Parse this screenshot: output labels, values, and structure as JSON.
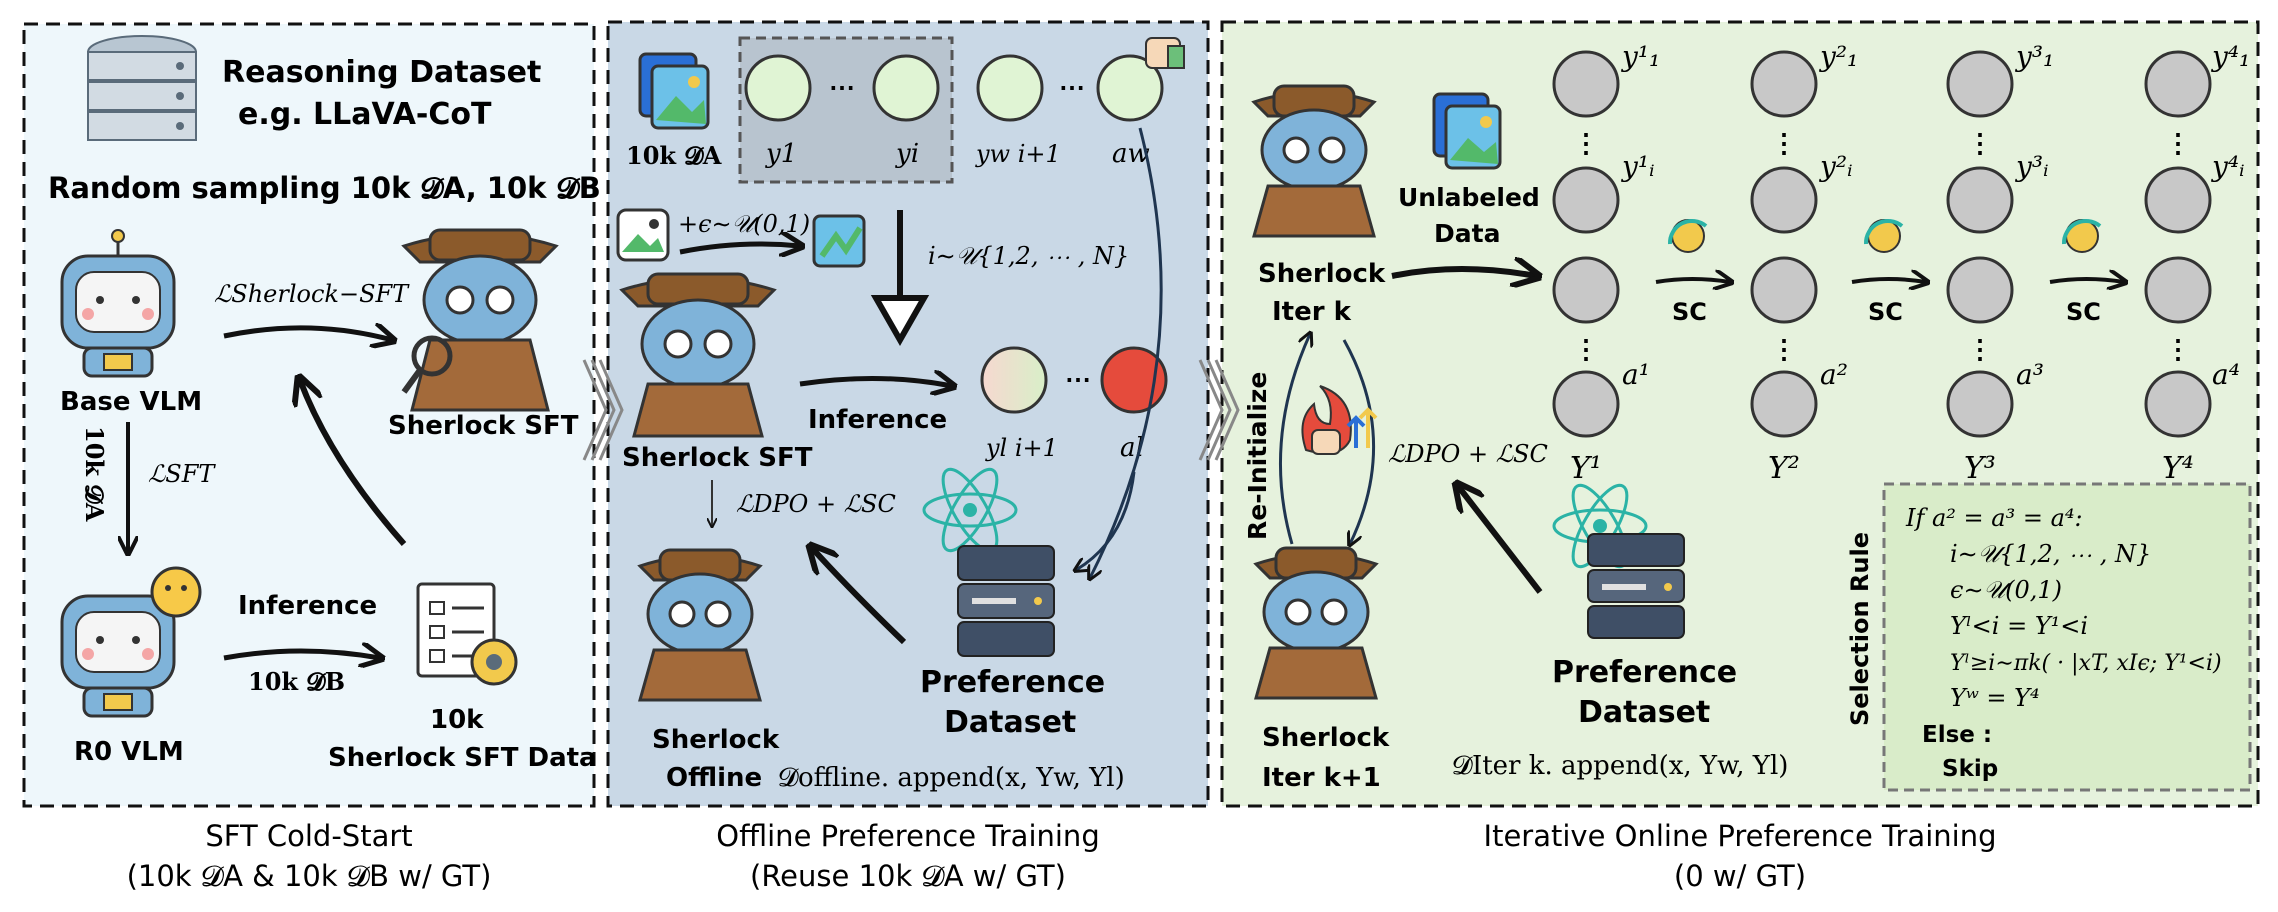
{
  "panels": {
    "sft": {
      "caption_line1": "SFT Cold-Start",
      "caption_line2": "(10k 𝓓A & 10k 𝓓B w/ GT)",
      "dataset_title": "Reasoning Dataset",
      "dataset_example": "e.g. LLaVA-CoT",
      "sampling": "Random sampling 10k 𝓓A, 10k 𝓓B",
      "base_vlm": "Base VLM",
      "r0_vlm": "R0 VLM",
      "sherlock_sft": "Sherlock SFT",
      "loss_sherlock_sft": "ℒSherlock−SFT",
      "loss_sft": "ℒSFT",
      "data_a": "10k 𝓓A",
      "inference": "Inference",
      "data_b": "10k 𝓓B",
      "sft_data_line1": "10k",
      "sft_data_line2": "Sherlock SFT Data"
    },
    "offline": {
      "caption_line1": "Offline Preference Training",
      "caption_line2": "(Reuse 10k 𝓓A w/ GT)",
      "data_a": "10k 𝓓A",
      "y1": "y1",
      "yi": "yi",
      "yi1w": "yw i+1",
      "aw": "aw",
      "noise": "+ϵ∼𝒰(0,1)",
      "sample_i": "i∼𝒰{1,2, ⋯ , N}",
      "sherlock_sft": "Sherlock SFT",
      "inference": "Inference",
      "yi1l": "yl i+1",
      "al": "al",
      "loss": "ℒDPO + ℒSC",
      "sherlock_offline_line1": "Sherlock",
      "sherlock_offline_line2": "Offline",
      "pref_line1": "Preference",
      "pref_line2": "Dataset",
      "append": "𝓓offline. append(x, Yw, Yl)"
    },
    "online": {
      "caption_line1": "Iterative Online Preference Training",
      "caption_line2": "(0 w/ GT)",
      "sherlock_k_line1": "Sherlock",
      "sherlock_k_line2": "Iter k",
      "unlabeled_line1": "Unlabeled",
      "unlabeled_line2": "Data",
      "reinit": "Re-Initialize",
      "sherlock_k1_line1": "Sherlock",
      "sherlock_k1_line2": "Iter k+1",
      "loss": "ℒDPO + ℒSC",
      "pref_line1": "Preference",
      "pref_line2": "Dataset",
      "append": "𝓓Iter k. append(x, Yw, Yl)",
      "sc": "SC",
      "columns": [
        {
          "top": "y¹₁",
          "mid": "y¹ᵢ",
          "ans": "a¹",
          "Y": "Y¹"
        },
        {
          "top": "y²₁",
          "mid": "y²ᵢ",
          "ans": "a²",
          "Y": "Y²"
        },
        {
          "top": "y³₁",
          "mid": "y³ᵢ",
          "ans": "a³",
          "Y": "Y³"
        },
        {
          "top": "y⁴₁",
          "mid": "y⁴ᵢ",
          "ans": "a⁴",
          "Y": "Y⁴"
        }
      ],
      "rule_title": "Selection Rule",
      "rule_lines": [
        "If a² = a³ = a⁴:",
        "i∼𝒰{1,2, ⋯ , N}",
        "ϵ∼𝒰(0,1)",
        "Yˡ<i = Y¹<i",
        "Yˡ≥i∼πk( · |xT, xIϵ; Y¹<i)",
        "Yʷ = Y⁴",
        "Else :",
        "Skip"
      ]
    }
  },
  "colors": {
    "sft_bg": "#eef7fb",
    "offline_bg": "#c9d8e6",
    "online_bg": "#e6f2dd",
    "rule_bg": "#d9ecc9",
    "node_gray": "#c8c8c8",
    "node_green": "#e0f4d4"
  }
}
